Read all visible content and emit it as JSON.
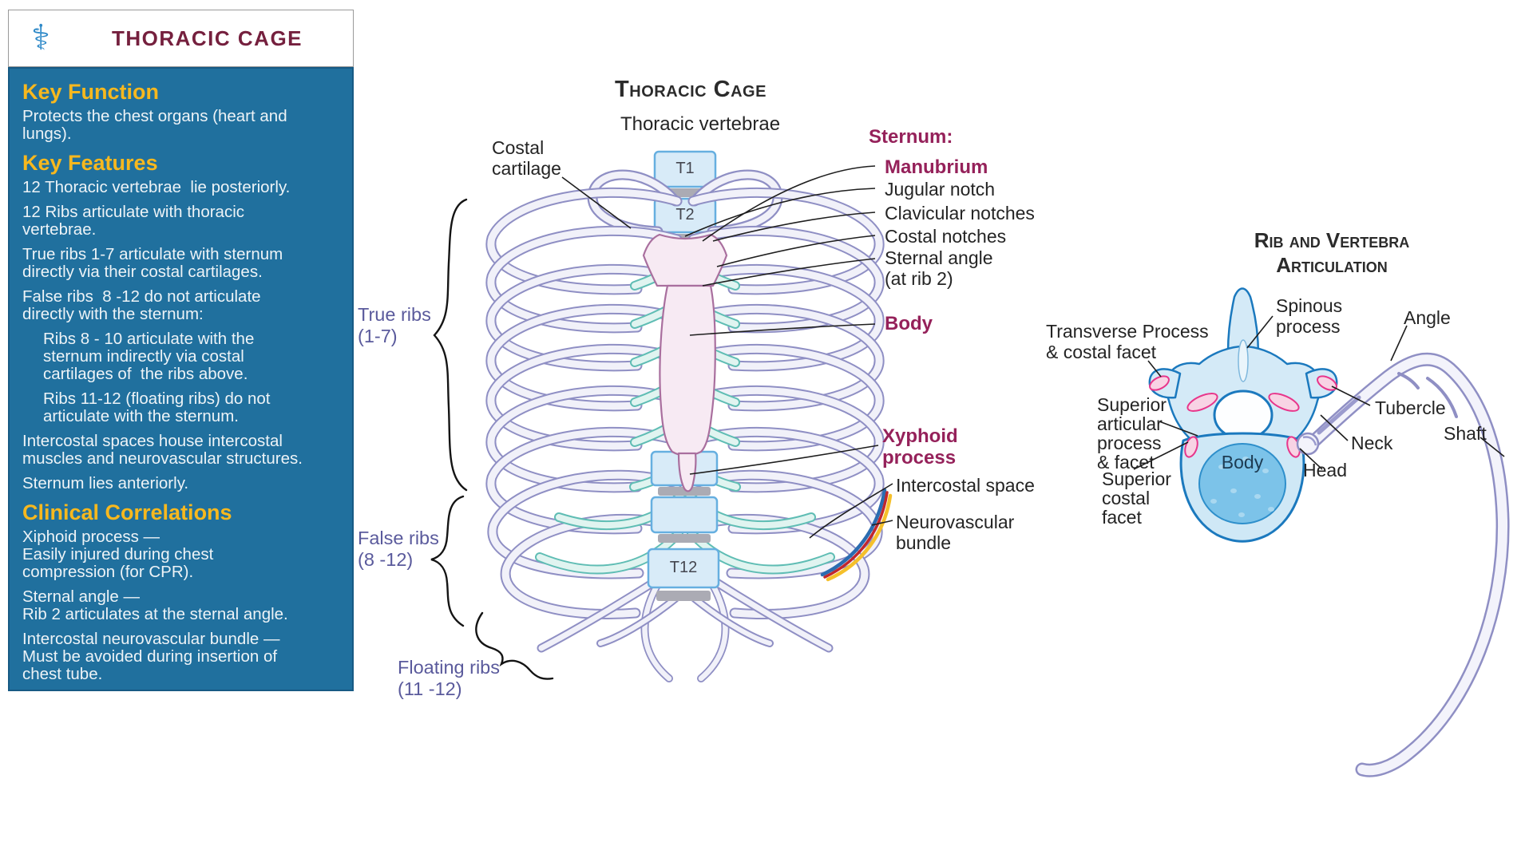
{
  "colors": {
    "sidebar_bg": "#20709E",
    "accent_yellow": "#F7B81E",
    "header_maroon": "#75203E",
    "label_maroon": "#95215A",
    "label_purple": "#5A5A9C",
    "logo_blue": "#2E89C8",
    "rib_outline": "#8F8FC4",
    "cartilage": "#5FBDB4",
    "vertebra_blue": "#1B79BE",
    "facet_pink": "#E8368B",
    "bundle_blue": "#2B6CB0",
    "bundle_red": "#C1272D",
    "bundle_yellow": "#F5C02B"
  },
  "header": {
    "title": "THORACIC CAGE",
    "logo_icon": "staff-of-asclepius"
  },
  "sidebar": {
    "sections": [
      {
        "heading": "Key Function",
        "paragraphs": [
          "Protects the chest organs (heart and\nlungs)."
        ]
      },
      {
        "heading": "Key Features",
        "paragraphs": [
          "12 Thoracic vertebrae  lie posteriorly.",
          "12 Ribs articulate with thoracic\nvertebrae.",
          "True ribs 1-7 articulate with sternum\ndirectly via their costal cartilages.",
          "False ribs  8 -12 do not articulate\ndirectly with the sternum:",
          "Ribs 8 - 10 articulate with the\nsternum indirectly via costal\ncartilages of  the ribs above.",
          "Ribs 11-12 (floating ribs) do not\narticulate with the sternum.",
          "Intercostal spaces house intercostal\nmuscles and neurovascular structures.",
          "Sternum lies anteriorly."
        ]
      },
      {
        "heading": "Clinical Correlations",
        "paragraphs": [
          "Xiphoid process —\nEasily injured during chest\ncompression (for CPR).",
          "Sternal angle —\nRib 2 articulates at the sternal angle.",
          "Intercostal neurovascular bundle —\nMust be avoided during insertion of\nchest tube."
        ]
      }
    ]
  },
  "central": {
    "title": "Thoracic Cage",
    "subtitle": "Thoracic vertebrae",
    "vertebrae": {
      "t1": "T1",
      "t2": "T2",
      "t12": "T12"
    },
    "labels": {
      "costal_cartilage": "Costal\ncartilage",
      "sternum_heading": "Sternum:",
      "manubrium": "Manubrium",
      "jugular_notch": "Jugular notch",
      "clavicular_notches": "Clavicular notches",
      "costal_notches": "Costal notches",
      "sternal_angle": "Sternal angle\n(at rib 2)",
      "body": "Body",
      "xyphoid": "Xyphoid\nprocess",
      "intercostal_space": "Intercostal space",
      "neurovascular": "Neurovascular\nbundle",
      "true_ribs": "True ribs\n(1-7)",
      "false_ribs": "False ribs\n(8 -12)",
      "floating_ribs": "Floating ribs\n(11 -12)"
    }
  },
  "right": {
    "title": "Rib and Vertebra\nArticulation",
    "labels": {
      "spinous": "Spinous\nprocess",
      "angle": "Angle",
      "transverse": "Transverse Process\n& costal facet",
      "sup_articular": "Superior\narticular\nprocess\n& facet",
      "tubercle": "Tubercle",
      "neck": "Neck",
      "shaft": "Shaft",
      "head": "Head",
      "sup_costal": "Superior\ncostal\nfacet",
      "body": "Body"
    }
  }
}
